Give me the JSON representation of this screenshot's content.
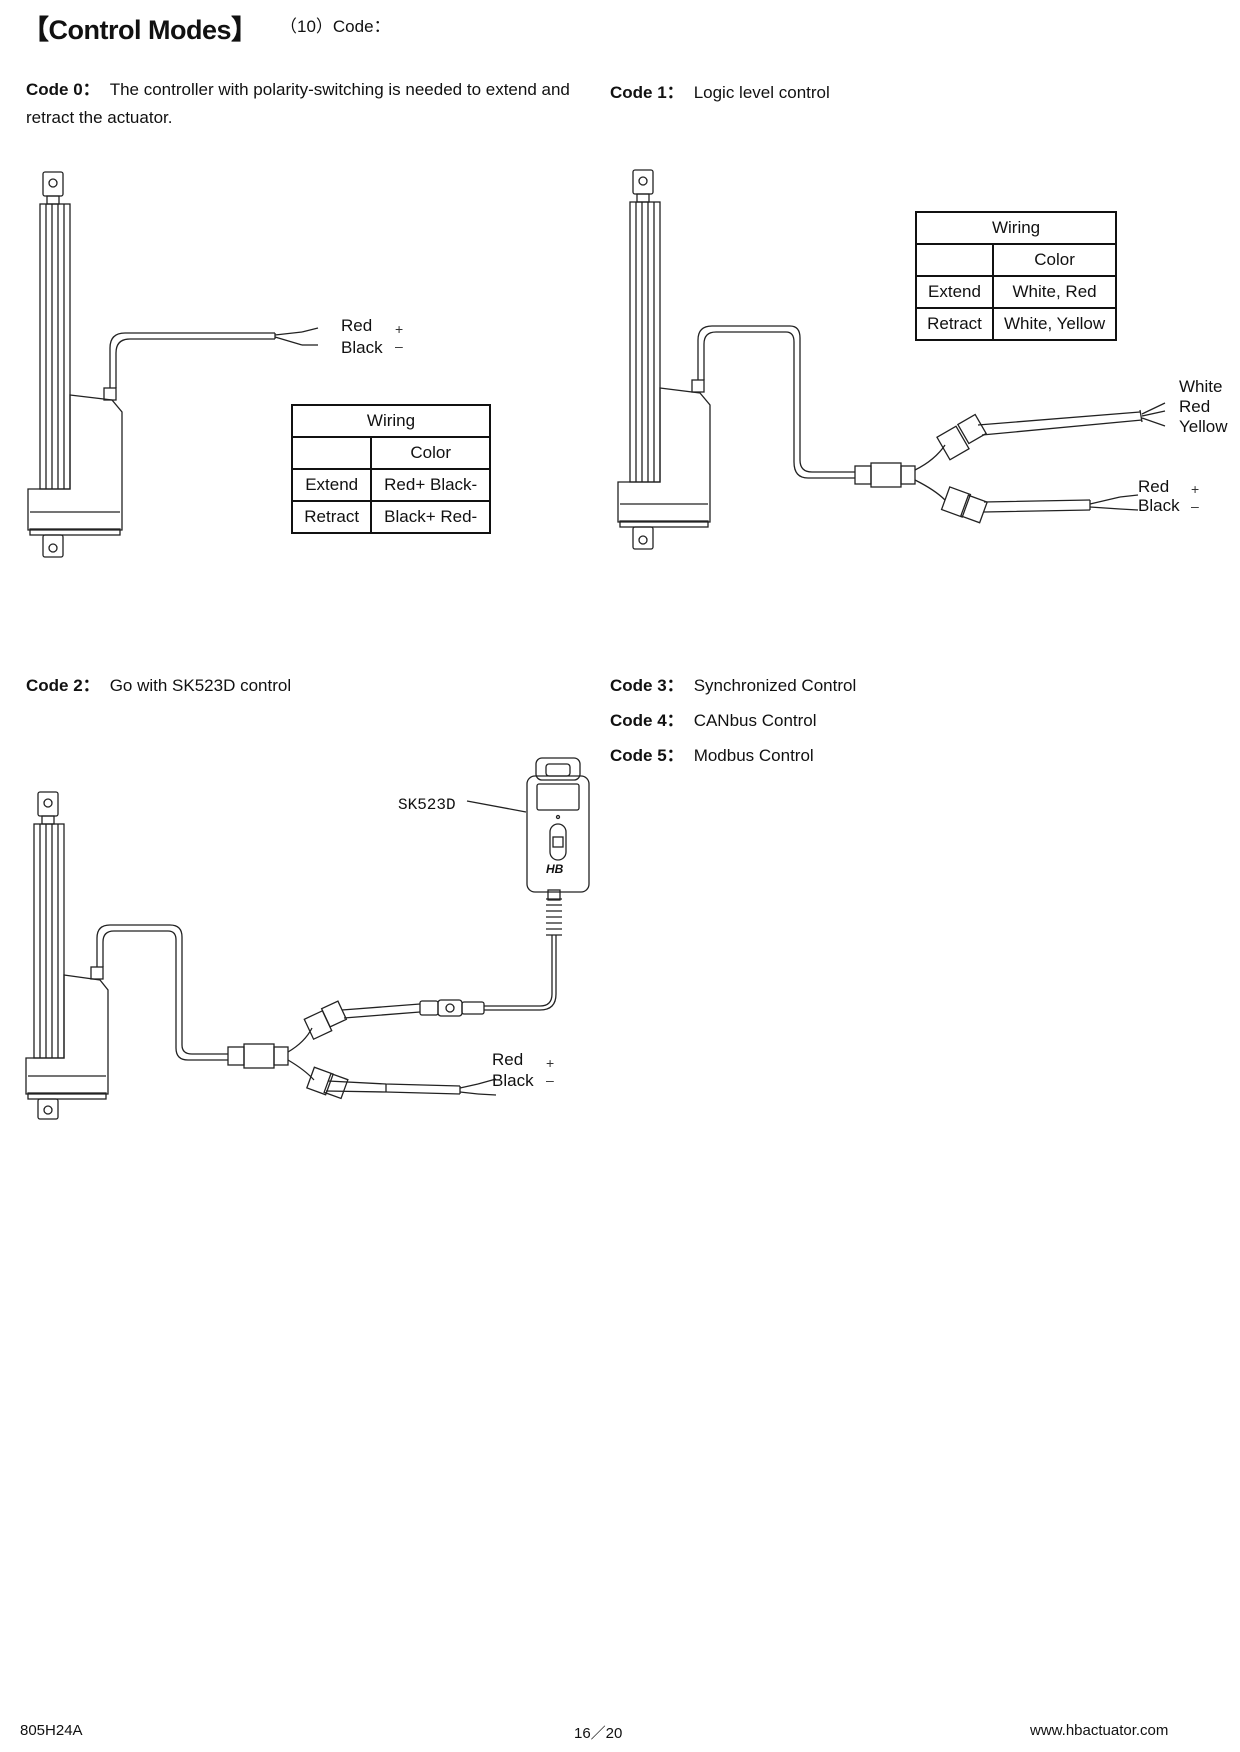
{
  "header": {
    "title": "【Control Modes】",
    "subtitle": "（10）Code："
  },
  "code0": {
    "label": "Code 0：",
    "text_line1": "The controller with polarity-switching is needed to extend and",
    "text_line2": "retract the actuator.",
    "wire_labels": [
      "Red",
      "Black"
    ],
    "wire_signs": [
      "+",
      "–"
    ],
    "table": {
      "title": "Wiring",
      "header": "Color",
      "rows": [
        {
          "action": "Extend",
          "color": "Red+ Black-"
        },
        {
          "action": "Retract",
          "color": "Black+ Red-"
        }
      ]
    }
  },
  "code1": {
    "label": "Code 1：",
    "text": "Logic level control",
    "signal_labels": [
      "White",
      "Red",
      "Yellow"
    ],
    "power_labels": [
      "Red",
      "Black"
    ],
    "power_signs": [
      "+",
      "–"
    ],
    "table": {
      "title": "Wiring",
      "header": "Color",
      "rows": [
        {
          "action": "Extend",
          "color": "White, Red"
        },
        {
          "action": "Retract",
          "color": "White, Yellow"
        }
      ]
    }
  },
  "code2": {
    "label": "Code 2：",
    "text": "Go with SK523D control",
    "controller_label": "SK523D",
    "controller_logo": "HB",
    "power_labels": [
      "Red",
      "Black"
    ],
    "power_signs": [
      "+",
      "–"
    ]
  },
  "code3": {
    "label": "Code 3：",
    "text": "Synchronized Control"
  },
  "code4": {
    "label": "Code 4：",
    "text": "CANbus Control"
  },
  "code5": {
    "label": "Code 5：",
    "text": "Modbus Control"
  },
  "footer": {
    "model": "805H24A",
    "page": "16／20",
    "url": "www.hbactuator.com"
  }
}
